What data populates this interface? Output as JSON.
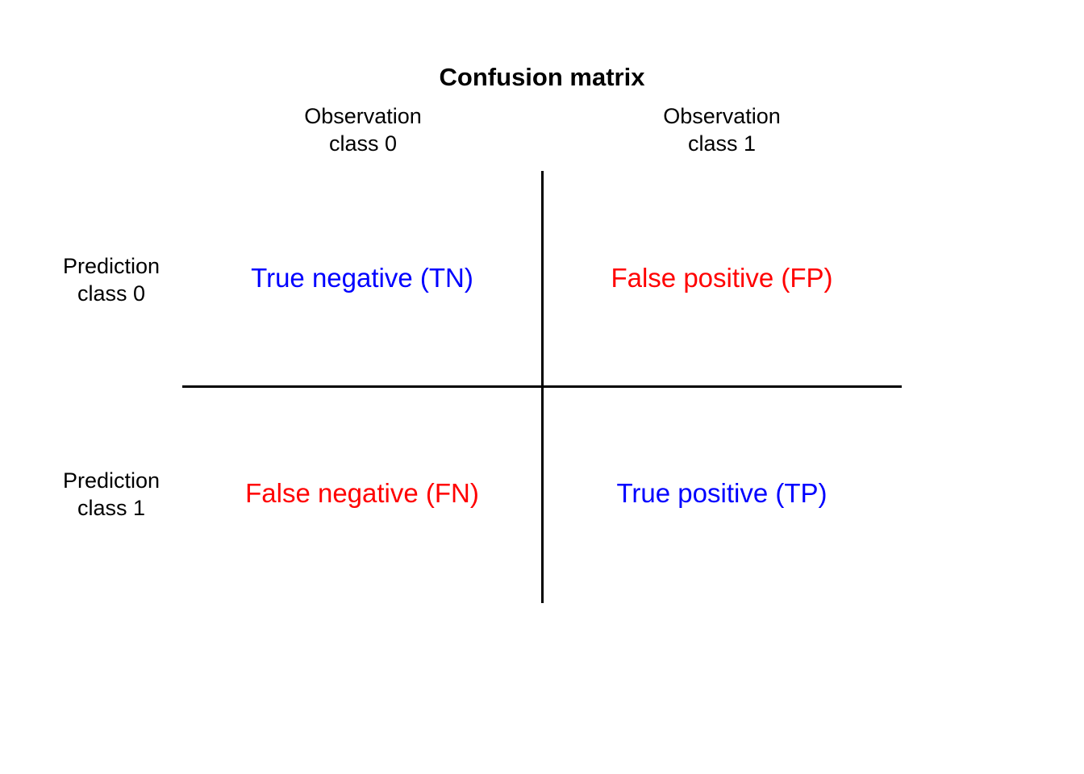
{
  "figure": {
    "title": "Confusion matrix",
    "title_color": "#000000",
    "background_color": "#ffffff"
  },
  "colors": {
    "correct": "#0000ff",
    "error": "#ff0000",
    "line": "#000000",
    "text": "#000000"
  },
  "column_headers": [
    {
      "label": "Observation\nclass 0"
    },
    {
      "label": "Observation\nclass 1"
    }
  ],
  "row_headers": [
    {
      "label": "Prediction\nclass 0"
    },
    {
      "label": "Prediction\nclass 1"
    }
  ],
  "cells": {
    "tn": {
      "label": "True negative (TN)",
      "color": "#0000ff"
    },
    "fp": {
      "label": "False positive (FP)",
      "color": "#ff0000"
    },
    "fn": {
      "label": "False negative (FN)",
      "color": "#ff0000"
    },
    "tp": {
      "label": "True positive (TP)",
      "color": "#0000ff"
    }
  },
  "chart_data": {
    "type": "table",
    "title": "Confusion matrix",
    "xlabel": "Observation",
    "ylabel": "Prediction",
    "columns": [
      "Observation class 0",
      "Observation class 1"
    ],
    "rows": [
      "Prediction class 0",
      "Prediction class 1"
    ],
    "cells": [
      [
        "True negative (TN)",
        "False positive (FP)"
      ],
      [
        "False negative (FN)",
        "True positive (TP)"
      ]
    ],
    "cell_colors": [
      [
        "#0000ff",
        "#ff0000"
      ],
      [
        "#ff0000",
        "#0000ff"
      ]
    ],
    "grid": true,
    "legend": "none",
    "annotations": [
      "TN = True negative",
      "FP = False positive",
      "FN = False negative",
      "TP = True positive"
    ]
  }
}
